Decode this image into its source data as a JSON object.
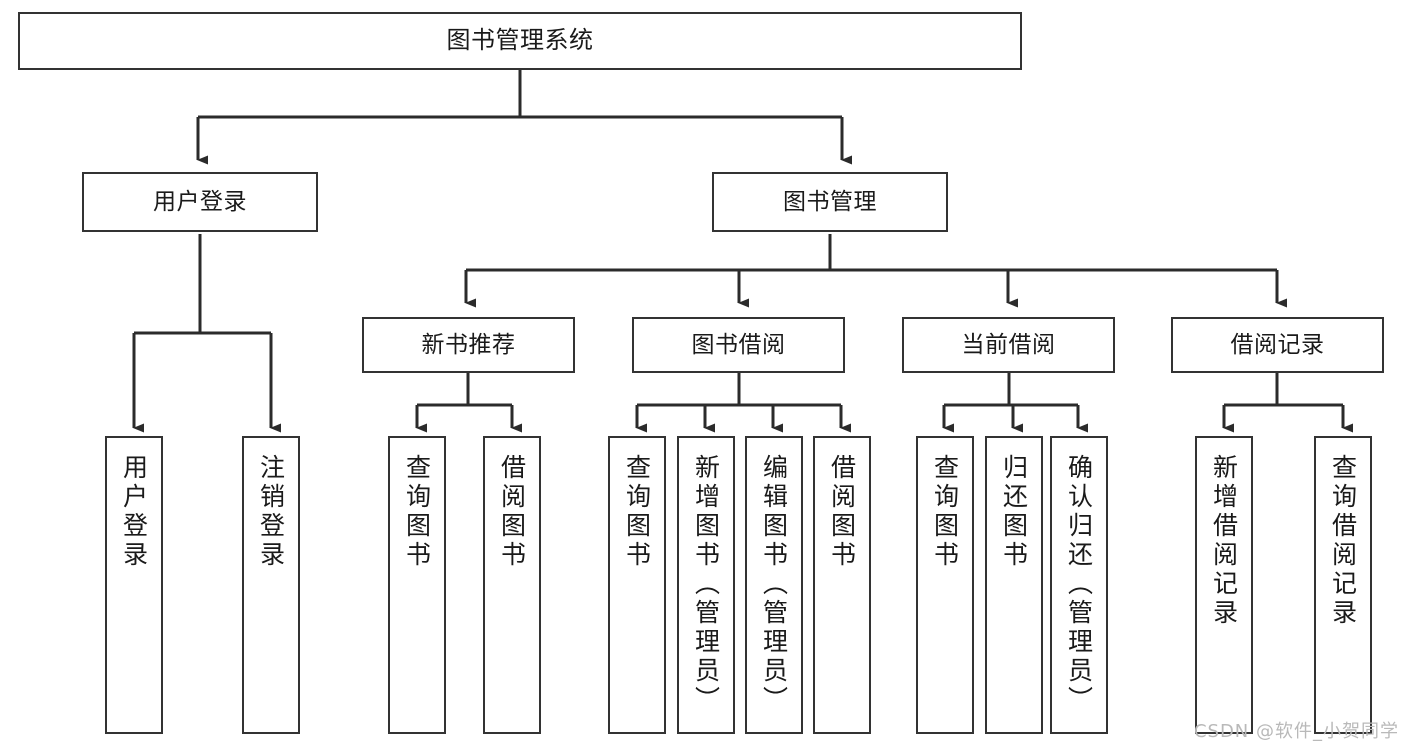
{
  "diagram": {
    "title": "图书管理系统",
    "type": "tree-hierarchy-diagram",
    "watermark": "CSDN @软件_小贺同学",
    "colors": {
      "box_border": "#333333",
      "box_fill": "#ffffff",
      "connector": "#2b2b2b",
      "text": "#1a1a1a",
      "watermark": "#b9b9b9",
      "background": "#ffffff"
    },
    "root": {
      "label": "图书管理系统"
    },
    "level2": [
      {
        "label": "用户登录"
      },
      {
        "label": "图书管理"
      }
    ],
    "level3": [
      {
        "label": "新书推荐"
      },
      {
        "label": "图书借阅"
      },
      {
        "label": "当前借阅"
      },
      {
        "label": "借阅记录"
      }
    ],
    "leaves": {
      "user_login": [
        {
          "label": "用户登录"
        },
        {
          "label": "注销登录"
        }
      ],
      "new_book_recommend": [
        {
          "label": "查询图书"
        },
        {
          "label": "借阅图书"
        }
      ],
      "book_borrow": [
        {
          "label": "查询图书"
        },
        {
          "label": "新增图书（管理员）"
        },
        {
          "label": "编辑图书（管理员）"
        },
        {
          "label": "借阅图书"
        }
      ],
      "current_borrow": [
        {
          "label": "查询图书"
        },
        {
          "label": "归还图书"
        },
        {
          "label": "确认归还（管理员）"
        }
      ],
      "borrow_records": [
        {
          "label": "新增借阅记录"
        },
        {
          "label": "查询借阅记录"
        }
      ]
    }
  }
}
